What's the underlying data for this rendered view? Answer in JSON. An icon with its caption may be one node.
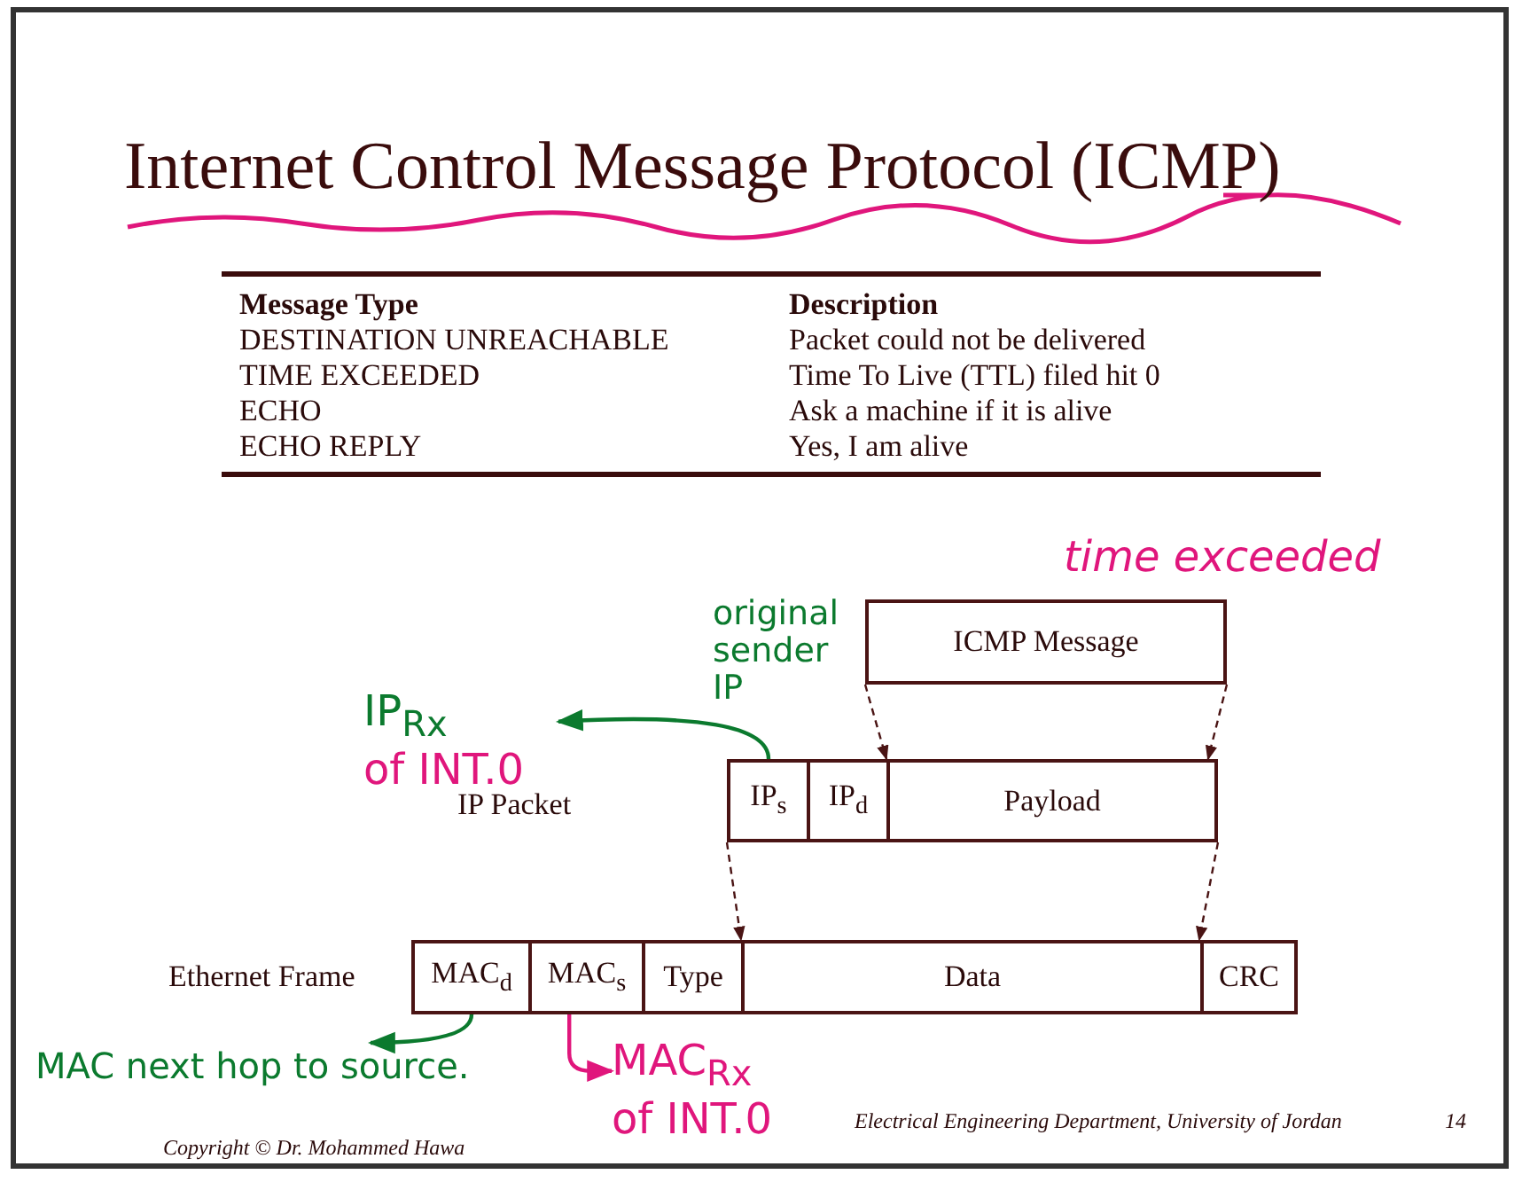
{
  "diagram": {
    "title": "Internet Control Message Protocol (ICMP)",
    "nodes": [
      {
        "text": [
          "ICMP Message"
        ]
      },
      {
        "text": [
          "IP$_{s}$"
        ]
      },
      {
        "text": [
          "IP$_{d}$"
        ]
      },
      {
        "text": [
          "Payload"
        ]
      },
      {
        "text": [
          "MAC$_{d}$"
        ]
      },
      {
        "text": [
          "MAC$_{s}$"
        ]
      },
      {
        "text": [
          "Type"
        ]
      },
      {
        "text": [
          "Data"
        ]
      },
      {
        "text": [
          "CRC"
        ]
      },
      {
        "text": [
          "IP$_{Rx}$",
          "of INT.0"
        ]
      },
      {
        "text": [
          "MAC next hop to source."
        ]
      },
      {
        "text": [
          "MAC$_{Rx}$",
          "of INT.0"
        ]
      }
    ],
    "edges": [
      {
        "from": 0,
        "to": 3,
        "arrow": "to",
        "style": "dashed"
      },
      {
        "from": 0,
        "to": 3,
        "arrow": "to",
        "style": "dashed"
      },
      {
        "from": 1,
        "to": 7,
        "arrow": "to",
        "style": "dashed"
      },
      {
        "from": 3,
        "to": 7,
        "arrow": "to",
        "style": "dashed"
      },
      {
        "from": 1,
        "to": 9,
        "arrow": "to",
        "color": "#0b7a2e"
      },
      {
        "from": 4,
        "to": 10,
        "arrow": "to",
        "color": "#0b7a2e"
      },
      {
        "from": 5,
        "to": 11,
        "arrow": "to",
        "color": "#e0167c"
      }
    ],
    "labels": [
      "Message Type",
      "Description",
      "DESTINATION UNREACHABLE",
      "Packet could not be delivered",
      "TIME EXCEEDED",
      "Time To Live (TTL) filed hit 0",
      "ECHO",
      "Ask a machine if it is alive",
      "ECHO REPLY",
      "Yes, I am alive",
      "time exceeded",
      "original sender IP",
      "IP Packet",
      "Ethernet Frame",
      "Copyright © Dr. Mohammed Hawa",
      "Electrical Engineering Department, University of Jordan",
      "14"
    ]
  }
}
